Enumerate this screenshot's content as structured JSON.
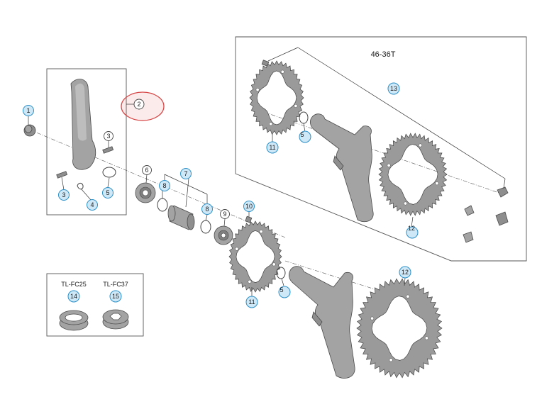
{
  "colors": {
    "highlight": "#d64545",
    "callout_fill": "#cfe8f7",
    "callout_stroke": "#2a8fc7",
    "part_gray": "#a3a3a3"
  },
  "chainring_set_label": "46-36T",
  "tools": [
    {
      "name": "TL-FC25",
      "number": "14"
    },
    {
      "name": "TL-FC37",
      "number": "15"
    }
  ],
  "callouts": {
    "c1": "1",
    "c2": "2",
    "c3_top": "3",
    "c3_bottom": "3",
    "c4": "4",
    "c5_left": "5",
    "c5_box": "5",
    "c5_main": "5",
    "c6": "6",
    "c7": "7",
    "c8_a": "8",
    "c8_b": "8",
    "c9": "9",
    "c10": "10",
    "c11_box": "11",
    "c11_main": "11",
    "c12_box": "12",
    "c12_main": "12",
    "c13": "13"
  }
}
